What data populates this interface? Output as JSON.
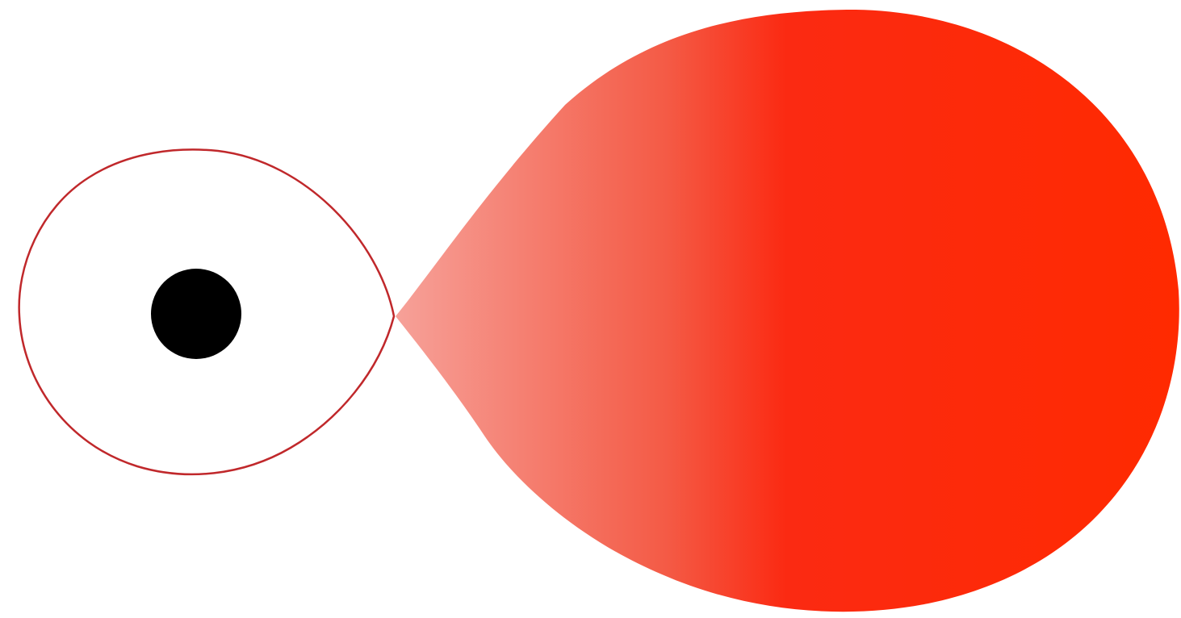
{
  "diagram": {
    "type": "roche-lobe-binary",
    "background_color": "#ffffff",
    "accretor_lobe": {
      "shape": "teardrop-outline",
      "fill": "none",
      "stroke_color": "#c0282b"
    },
    "accretor_star": {
      "shape": "filled-circle",
      "color": "#000000"
    },
    "donor_star": {
      "shape": "teardrop-filled",
      "gradient_colors": [
        "#f6a29a",
        "#f45a45",
        "#fb2a12",
        "#ff2a00"
      ]
    }
  }
}
